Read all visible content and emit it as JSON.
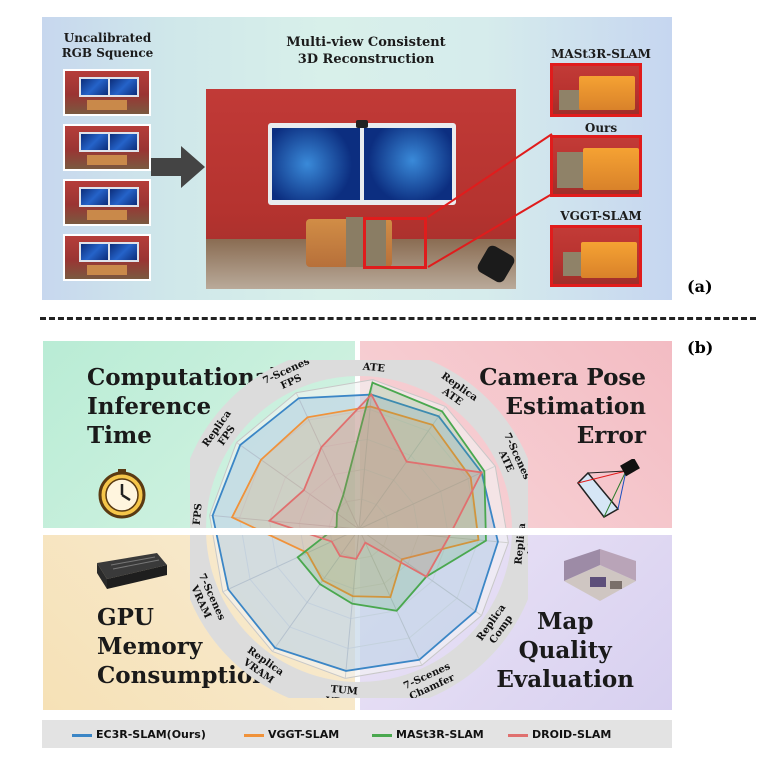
{
  "panel_a": {
    "input_label": "Uncalibrated\nRGB Squence",
    "recon_label": "Multi-view Consistent\n3D Reconstruction",
    "methods": [
      "MASt3R-SLAM",
      "Ours",
      "VGGT-SLAM"
    ],
    "tag": "(a)"
  },
  "panel_b": {
    "tag": "(b)",
    "quadrants": {
      "top_left": "Computational\nInference\nTime",
      "top_right": "Camera Pose\nEstimation\nError",
      "bottom_left": "GPU\nMemory\nConsumption",
      "bottom_right": "Map\nQuality\nEvaluation"
    },
    "axes": [
      "TUM\nATE",
      "Replica\nATE",
      "7-Scenes\nATE",
      "Replica\nACC",
      "Replica\nComp",
      "7-Scenes\nChamfer",
      "TUM\nVRAM",
      "Replica\nVRAM",
      "7-Scenes\nVRAM",
      "TUM\nFPS",
      "Replica\nFPS",
      "7-Scenes\nFPS"
    ],
    "legend": [
      "EC3R-SLAM(Ours)",
      "VGGT-SLAM",
      "MASt3R-SLAM",
      "DROID-SLAM"
    ]
  },
  "colors": {
    "ours": "#3b86c6",
    "vggt": "#f0923a",
    "mast3r": "#4aa84f",
    "droid": "#e0706f",
    "highlight": "#e01c1c"
  },
  "chart_data": {
    "type": "radar",
    "axes": [
      "TUM ATE",
      "Replica ATE",
      "7-Scenes ATE",
      "Replica ACC",
      "Replica Comp",
      "7-Scenes Chamfer",
      "TUM VRAM",
      "Replica VRAM",
      "7-Scenes VRAM",
      "TUM FPS",
      "Replica FPS",
      "7-Scenes FPS"
    ],
    "range": [
      0,
      1
    ],
    "series": [
      {
        "name": "EC3R-SLAM(Ours)",
        "color": "#3b86c6",
        "values": [
          0.9,
          0.92,
          0.9,
          0.93,
          0.95,
          0.96,
          0.95,
          0.97,
          0.96,
          0.98,
          0.97,
          0.96
        ]
      },
      {
        "name": "VGGT-SLAM",
        "color": "#f0923a",
        "values": [
          0.82,
          0.85,
          0.82,
          0.8,
          0.35,
          0.5,
          0.45,
          0.42,
          0.38,
          0.85,
          0.8,
          0.82
        ]
      },
      {
        "name": "MASt3R-SLAM",
        "color": "#4aa84f",
        "values": [
          0.98,
          0.96,
          0.92,
          0.85,
          0.55,
          0.6,
          0.5,
          0.45,
          0.45,
          0.15,
          0.18,
          0.25
        ]
      },
      {
        "name": "DROID-SLAM",
        "color": "#e0706f",
        "values": [
          0.9,
          0.55,
          0.9,
          0.6,
          0.55,
          0.1,
          0.2,
          0.22,
          0.2,
          0.6,
          0.45,
          0.6
        ]
      }
    ]
  }
}
